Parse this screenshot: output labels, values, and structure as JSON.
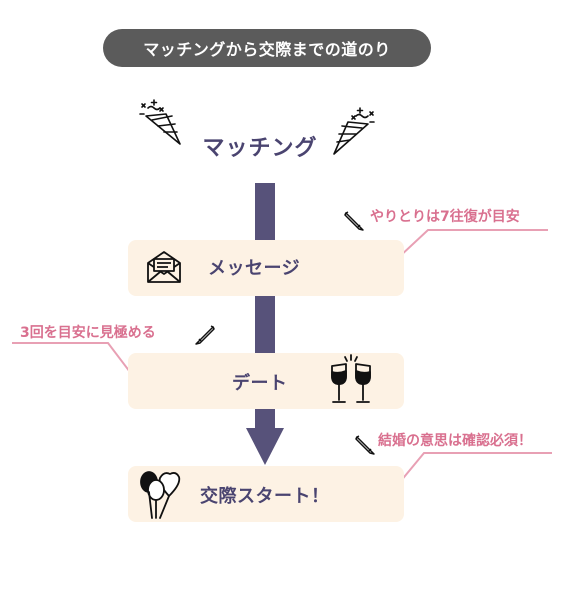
{
  "header": {
    "title": "マッチングから交際までの道のり"
  },
  "flow": {
    "start_label": "マッチング",
    "steps": [
      {
        "label": "メッセージ",
        "icon": "envelope-icon"
      },
      {
        "label": "デート",
        "icon": "wine-glasses-icon"
      },
      {
        "label": "交際スタート！",
        "icon": "balloons-icon"
      }
    ]
  },
  "notes": [
    {
      "text": "やりとりは7往復が目安",
      "icon": "pencil-icon"
    },
    {
      "text": "3回を目安に見極める",
      "icon": "pencil-icon"
    },
    {
      "text": "結婚の意思は確認必須！",
      "icon": "pencil-icon"
    }
  ],
  "colors": {
    "title_bg": "#5b5b5b",
    "arrow": "#57527a",
    "step_bg": "#fdf2e4",
    "step_text": "#4a4470",
    "note_text": "#d9708f",
    "note_line": "#e8a0b4"
  }
}
